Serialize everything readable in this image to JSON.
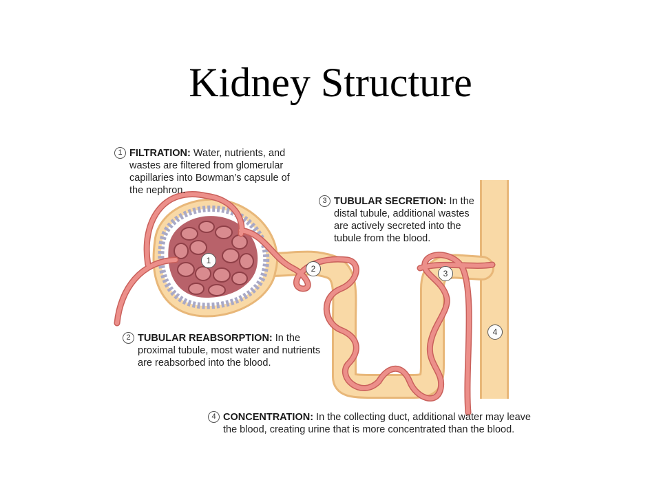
{
  "title": "Kidney Structure",
  "steps": [
    {
      "num": "1",
      "head": "FILTRATION:",
      "text": " Water, nutrients, and",
      "lines": [
        "wastes are filtered from glomerular",
        "capillaries into Bowman’s capsule of",
        "the nephron."
      ]
    },
    {
      "num": "2",
      "head": "TUBULAR REABSORPTION:",
      "text": " In the",
      "lines": [
        "proximal tubule, most water and nutrients",
        "are reabsorbed into the blood."
      ]
    },
    {
      "num": "3",
      "head": "TUBULAR SECRETION:",
      "text": " In the",
      "lines": [
        "distal tubule, additional wastes",
        "are actively secreted into the",
        "tubule from the blood."
      ]
    },
    {
      "num": "4",
      "head": "CONCENTRATION:",
      "text": " In the collecting duct, additional water may leave",
      "lines": [
        "the blood, creating urine that is more concentrated than the blood."
      ]
    }
  ],
  "markers": [
    "1",
    "2",
    "3",
    "4"
  ],
  "colors": {
    "tubule": "#f9d9a6",
    "tubule_edge": "#e8b779",
    "vessel": "#ec8f8a",
    "vessel_edge": "#c9605b",
    "capsule": "#a9a9c6"
  }
}
